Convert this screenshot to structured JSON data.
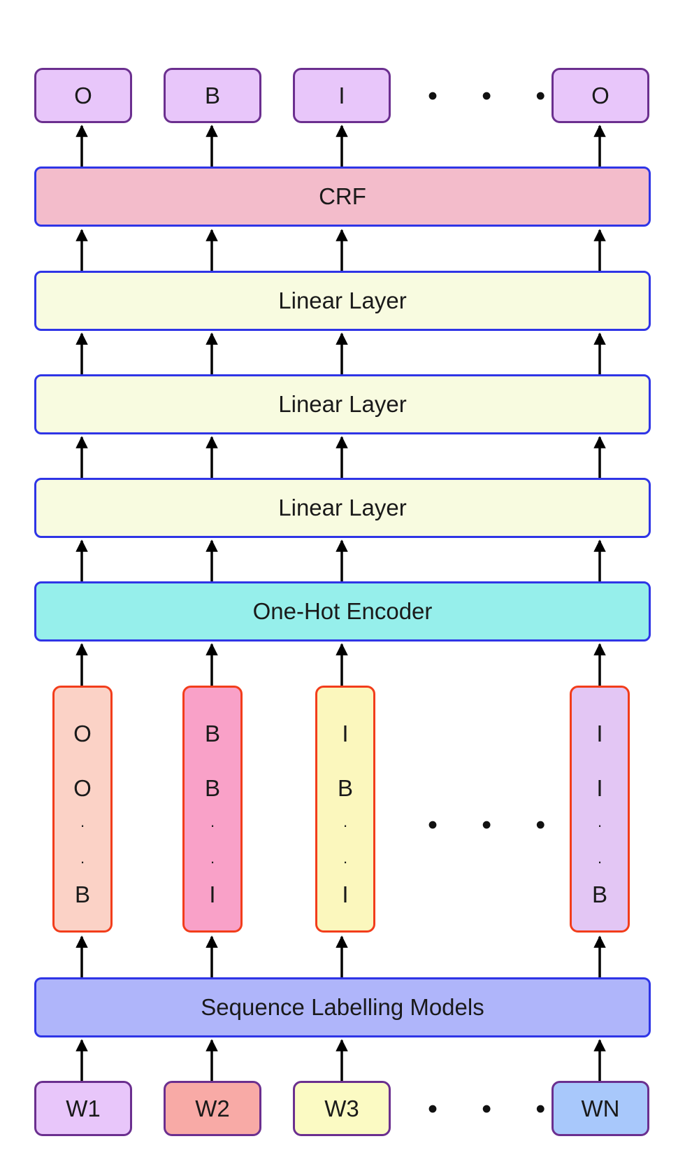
{
  "output_tags": [
    "O",
    "B",
    "I",
    "O"
  ],
  "layers": {
    "crf": "CRF",
    "linear_1": "Linear Layer",
    "linear_2": "Linear Layer",
    "linear_3": "Linear Layer",
    "one_hot": "One-Hot Encoder",
    "sequence_models": "Sequence Labelling Models"
  },
  "columns": [
    {
      "top": "O",
      "mid": "O",
      "dot1": ".",
      "dot2": ".",
      "bottom": "B",
      "fill": "#fbd2c6"
    },
    {
      "top": "B",
      "mid": "B",
      "dot1": ".",
      "dot2": ".",
      "bottom": "I",
      "fill": "#f9a1c8"
    },
    {
      "top": "I",
      "mid": "B",
      "dot1": ".",
      "dot2": ".",
      "bottom": "I",
      "fill": "#fbf7bd"
    },
    {
      "top": "I",
      "mid": "I",
      "dot1": ".",
      "dot2": ".",
      "bottom": "B",
      "fill": "#e3c6f4"
    }
  ],
  "ellipsis": "...",
  "words": [
    {
      "label": "W1",
      "fill": "#e8c6fa"
    },
    {
      "label": "W2",
      "fill": "#f8aaa6"
    },
    {
      "label": "W3",
      "fill": "#fbfac3"
    },
    {
      "label": "WN",
      "fill": "#a8c8fb"
    }
  ]
}
